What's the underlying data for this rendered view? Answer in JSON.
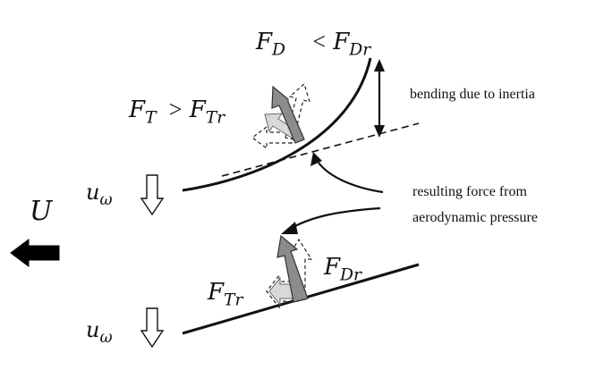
{
  "labels": {
    "drag_compare_left": "F",
    "drag_compare_left_sub": "D",
    "drag_compare_op": "<",
    "drag_compare_right": "F",
    "drag_compare_right_sub": "Dr",
    "thrust_compare_left": "F",
    "thrust_compare_left_sub": "T",
    "thrust_compare_op": ">",
    "thrust_compare_right": "F",
    "thrust_compare_right_sub": "Tr",
    "u_top": "u",
    "u_top_sub": "ω",
    "u_bottom": "u",
    "u_bottom_sub": "ω",
    "free_stream": "U",
    "drag_rigid": "F",
    "drag_rigid_sub": "Dr",
    "thrust_rigid": "F",
    "thrust_rigid_sub": "Tr"
  },
  "notes": {
    "bending": "bending due to inertia",
    "resulting_line1": "resulting force from",
    "resulting_line2": "aerodynamic pressure"
  },
  "colors": {
    "ink": "#111111",
    "force_dark": "#8c8c8c",
    "force_light": "#d9d9d9",
    "background": "#ffffff"
  }
}
